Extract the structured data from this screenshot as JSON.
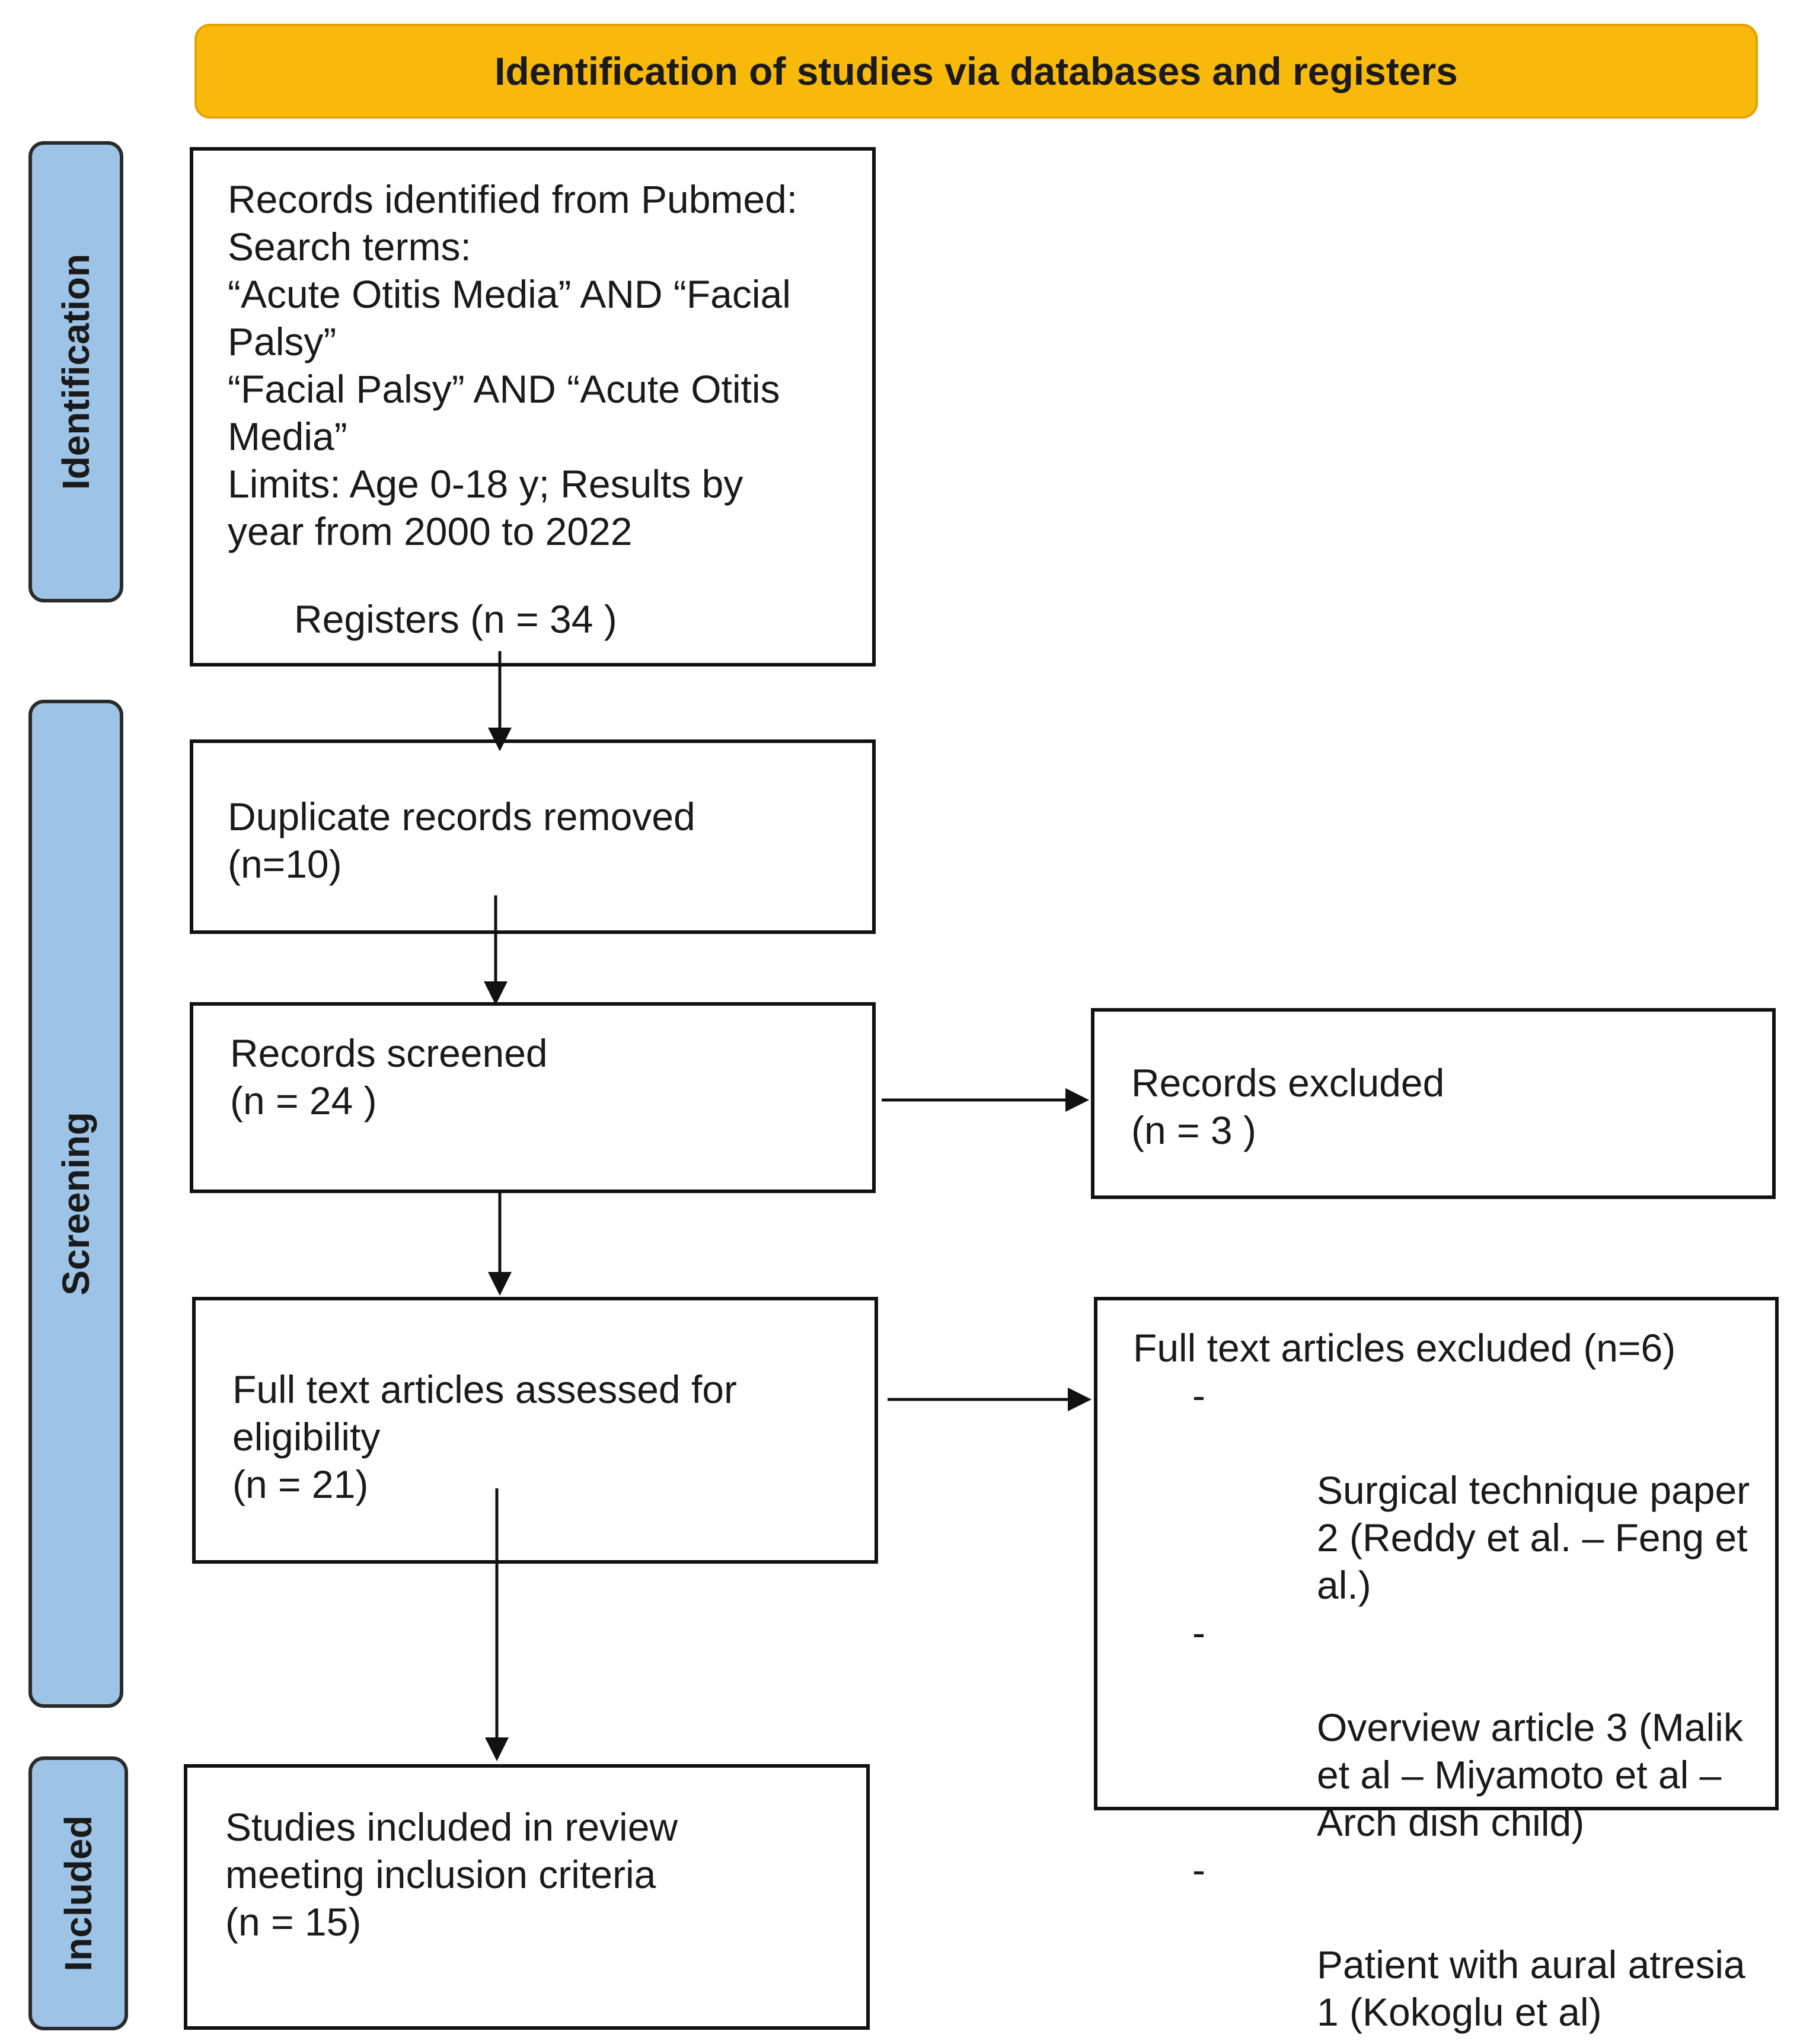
{
  "header": {
    "title": "Identification of studies via databases and registers"
  },
  "stages": {
    "identification": "Identification",
    "screening": "Screening",
    "included": "Included"
  },
  "boxes": {
    "records_identified": {
      "text": "Records identified from Pubmed:\nSearch terms:\n“Acute Otitis Media” AND “Facial\nPalsy”\n“Facial Palsy” AND “Acute Otitis\nMedia”\nLimits: Age 0-18 y; Results by\nyear from 2000 to 2022",
      "registers": "Registers (n = 34 )"
    },
    "duplicates_removed": {
      "text": "Duplicate records removed\n(n=10)"
    },
    "records_screened": {
      "text": "Records screened\n(n = 24 )"
    },
    "records_excluded": {
      "text": "Records excluded\n(n = 3 )"
    },
    "fulltext_assessed": {
      "text": "Full text articles assessed for\neligibility\n(n = 21)"
    },
    "fulltext_excluded": {
      "title": "Full text articles excluded (n=6)",
      "dash": "-",
      "items": [
        "Surgical technique paper\n2 (Reddy et al. – Feng et\nal.)",
        "Overview article 3 (Malik\net al – Miyamoto et al –\nArch dish child)",
        "Patient with aural atresia\n1 (Kokoglu et al)"
      ]
    },
    "studies_included": {
      "text": "Studies included in review\nmeeting inclusion criteria\n(n = 15)"
    }
  }
}
